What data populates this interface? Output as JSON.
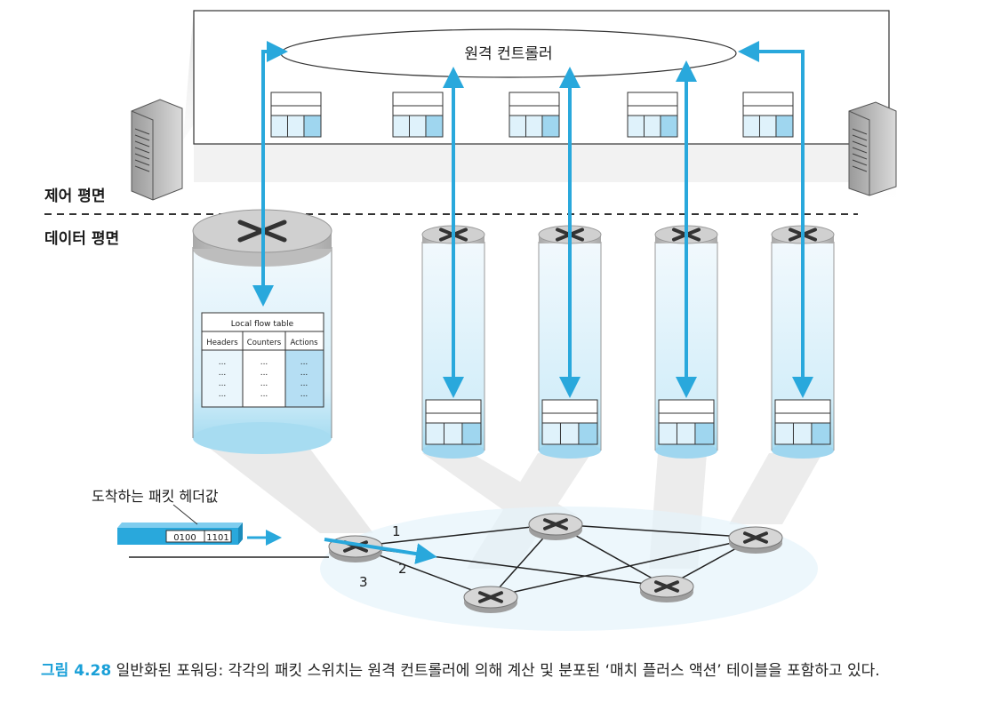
{
  "controller_label": "원격 컨트롤러",
  "control_plane_label": "제어 평면",
  "data_plane_label": "데이터 평면",
  "local_flow_table": {
    "title": "Local flow table",
    "columns": [
      "Headers",
      "Counters",
      "Actions"
    ],
    "cell_text": "..."
  },
  "packet": {
    "caption": "도착하는 패킷 헤더값",
    "header_values": [
      "0100",
      "1101"
    ]
  },
  "port_labels": [
    "1",
    "2",
    "3"
  ],
  "caption": {
    "figure_number": "그림 4.28",
    "text": "일반화된 포워딩: 각각의 패킷 스위치는 원격 컨트롤러에 의해 계산 및 분포된 ‘매치 플러스 액션’ 테이블을 포함하고 있다."
  },
  "colors": {
    "accent": "#29a8dc",
    "table_fill": "#dff2fb",
    "action_fill": "#9fd6ef"
  }
}
